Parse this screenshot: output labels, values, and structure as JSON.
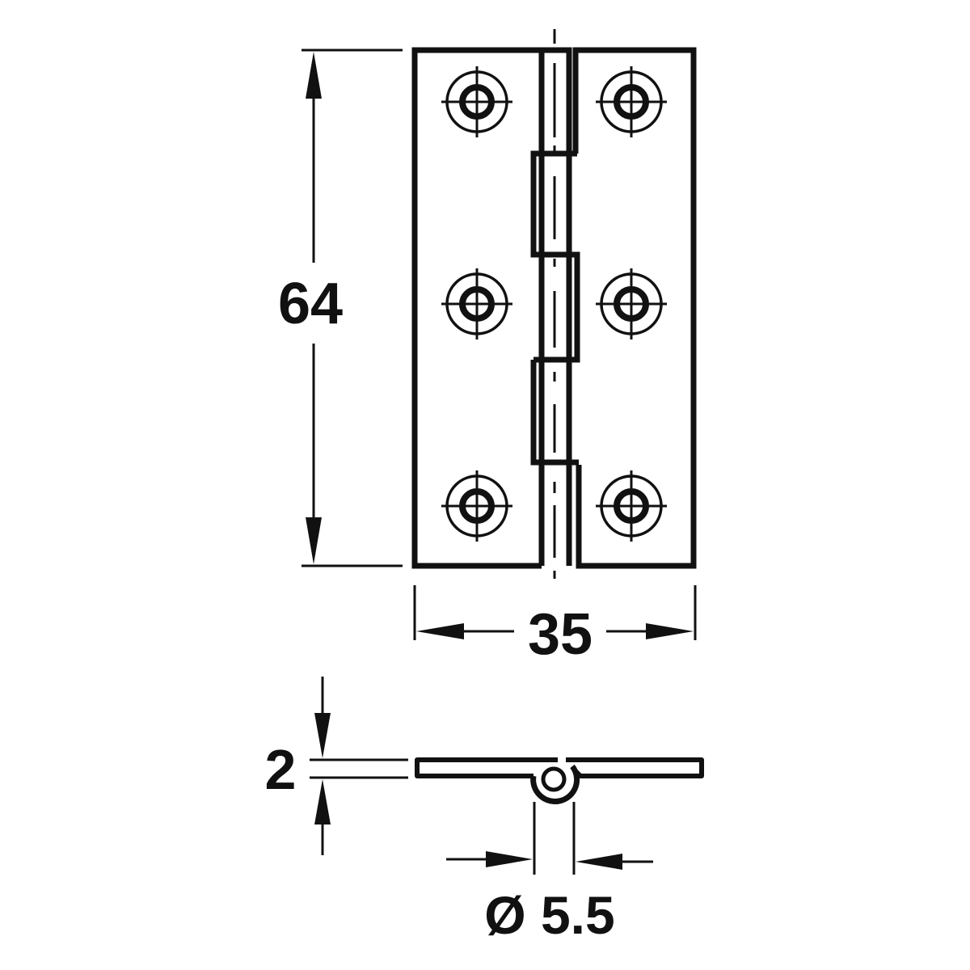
{
  "drawing": {
    "subject": "butt hinge technical drawing",
    "line_color": "#111111",
    "background": "#ffffff"
  },
  "dimensions": {
    "height": {
      "value": "64",
      "orientation": "vertical"
    },
    "width": {
      "value": "35",
      "orientation": "horizontal"
    },
    "thickness": {
      "value": "2",
      "orientation": "vertical"
    },
    "pin_diameter": {
      "value": "Ø 5.5",
      "orientation": "horizontal"
    }
  },
  "views": {
    "front": {
      "screw_holes": 6,
      "knuckles": 5
    },
    "side": {
      "shows": "leaf thickness and pin knuckle"
    }
  }
}
